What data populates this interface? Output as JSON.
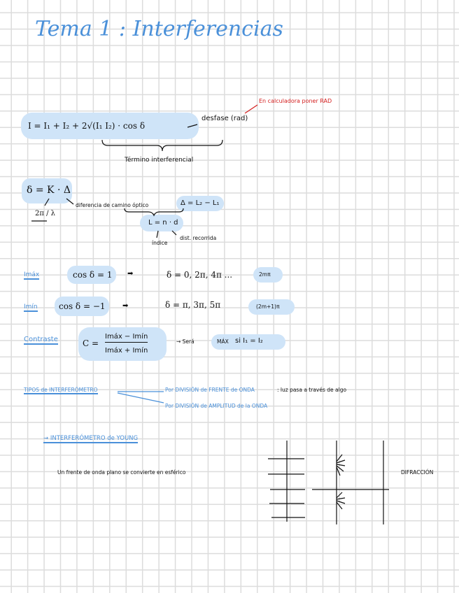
{
  "title": "Tema 1 : Interferencias",
  "formula": {
    "main": "I = I₁ + I₂ + 2√(I₁ I₂) · cos δ",
    "arrow_label": "desfase (rad)",
    "calc_note": "En calculadora poner RAD",
    "brace_label": "Término interferencial"
  },
  "delta": {
    "eq": "δ = K · Δ",
    "k_value": "2π / λ",
    "arrow_label": "diferencia de camino óptico",
    "delta_eq": "Δ = L₂ − L₁",
    "L_eq": "L = n · d",
    "n_label": "índice",
    "d_label": "dist. recorrida"
  },
  "imax": {
    "label": "Imáx",
    "cond": "cos δ = 1",
    "values": "δ = 0, 2π, 4π ...",
    "general": "2mπ"
  },
  "imin": {
    "label": "Imín",
    "cond": "cos δ = −1",
    "values": "δ = π, 3π, 5π",
    "general": "(2m+1)π"
  },
  "contrast": {
    "label": "Contraste",
    "eq_lhs": "C =",
    "numerator": "Imáx − Imín",
    "denominator": "Imáx + Imín",
    "result": "→ Será",
    "max": "MÁX",
    "cond": "si I₁ = I₂"
  },
  "types": {
    "label": "TIPOS de INTERFERÓMETRO",
    "item1": "Por DIVISIÓN de FRENTE de ONDA",
    "item1_note": ": luz pasa a través de algo",
    "item2": "Por DIVISIÓN de AMPLITUD de la ONDA"
  },
  "young": {
    "label": "→ INTERFERÓMETRO de YOUNG",
    "text": "Un frente de onda plano se convierte en esférico",
    "diagram_label": "DIFRACCIÓN"
  }
}
